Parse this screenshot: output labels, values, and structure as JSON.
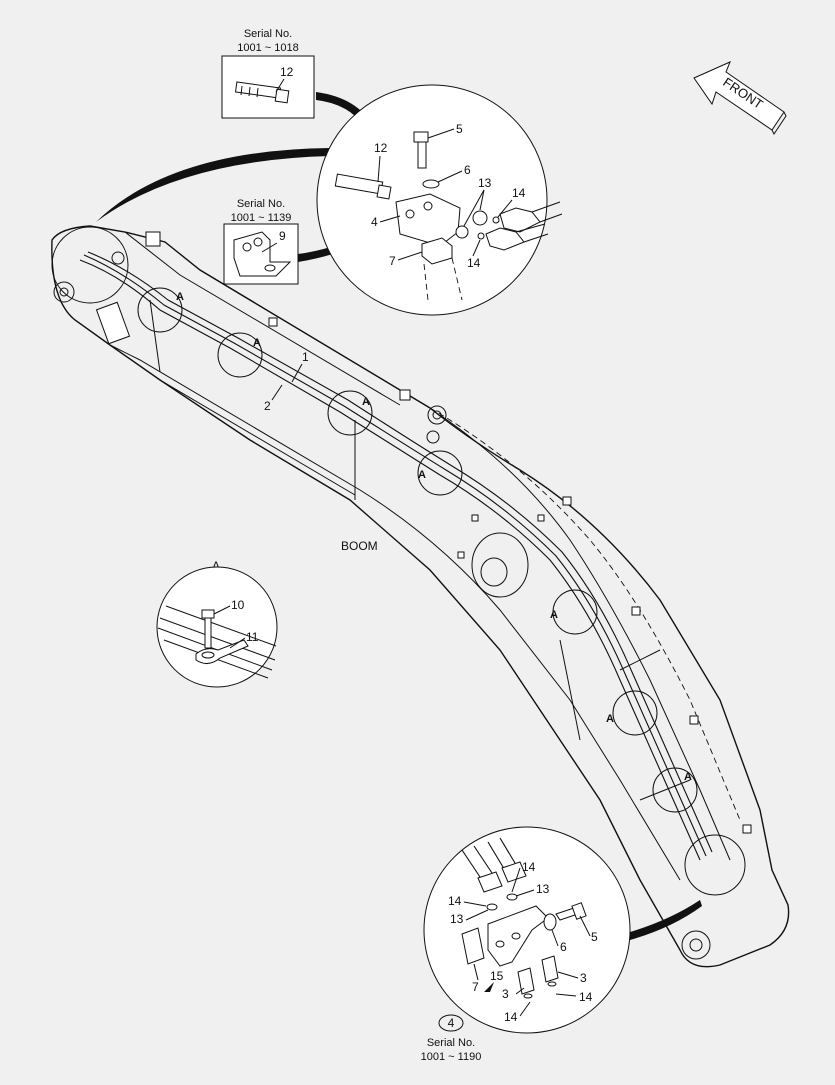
{
  "serials": {
    "top_box": {
      "title": "Serial No.",
      "range": "1001 ~ 1018",
      "part": "12"
    },
    "mid_box": {
      "title": "Serial No.",
      "range": "1001 ~ 1139",
      "part": "9"
    },
    "bottom": {
      "ref": "4",
      "title": "Serial No.",
      "range": "1001 ~ 1190"
    }
  },
  "front_label": "FRONT",
  "boom_label": "BOOM",
  "detail_marker": "A",
  "top_detail_labels": {
    "p12": "12",
    "p5": "5",
    "p6": "6",
    "p13": "13",
    "p14a": "14",
    "p4": "4",
    "p7": "7",
    "p14b": "14"
  },
  "boom_labels": {
    "p1": "1",
    "p2": "2"
  },
  "detail_a_labels": {
    "title": "A",
    "p10": "10",
    "p11": "11"
  },
  "bottom_detail_labels": {
    "p14a": "14",
    "p13a": "13",
    "p14b": "14",
    "p13b": "13",
    "p5": "5",
    "p6": "6",
    "p3a": "3",
    "p15": "15",
    "p7": "7",
    "p3b": "3",
    "p14c": "14",
    "p14d": "14"
  }
}
